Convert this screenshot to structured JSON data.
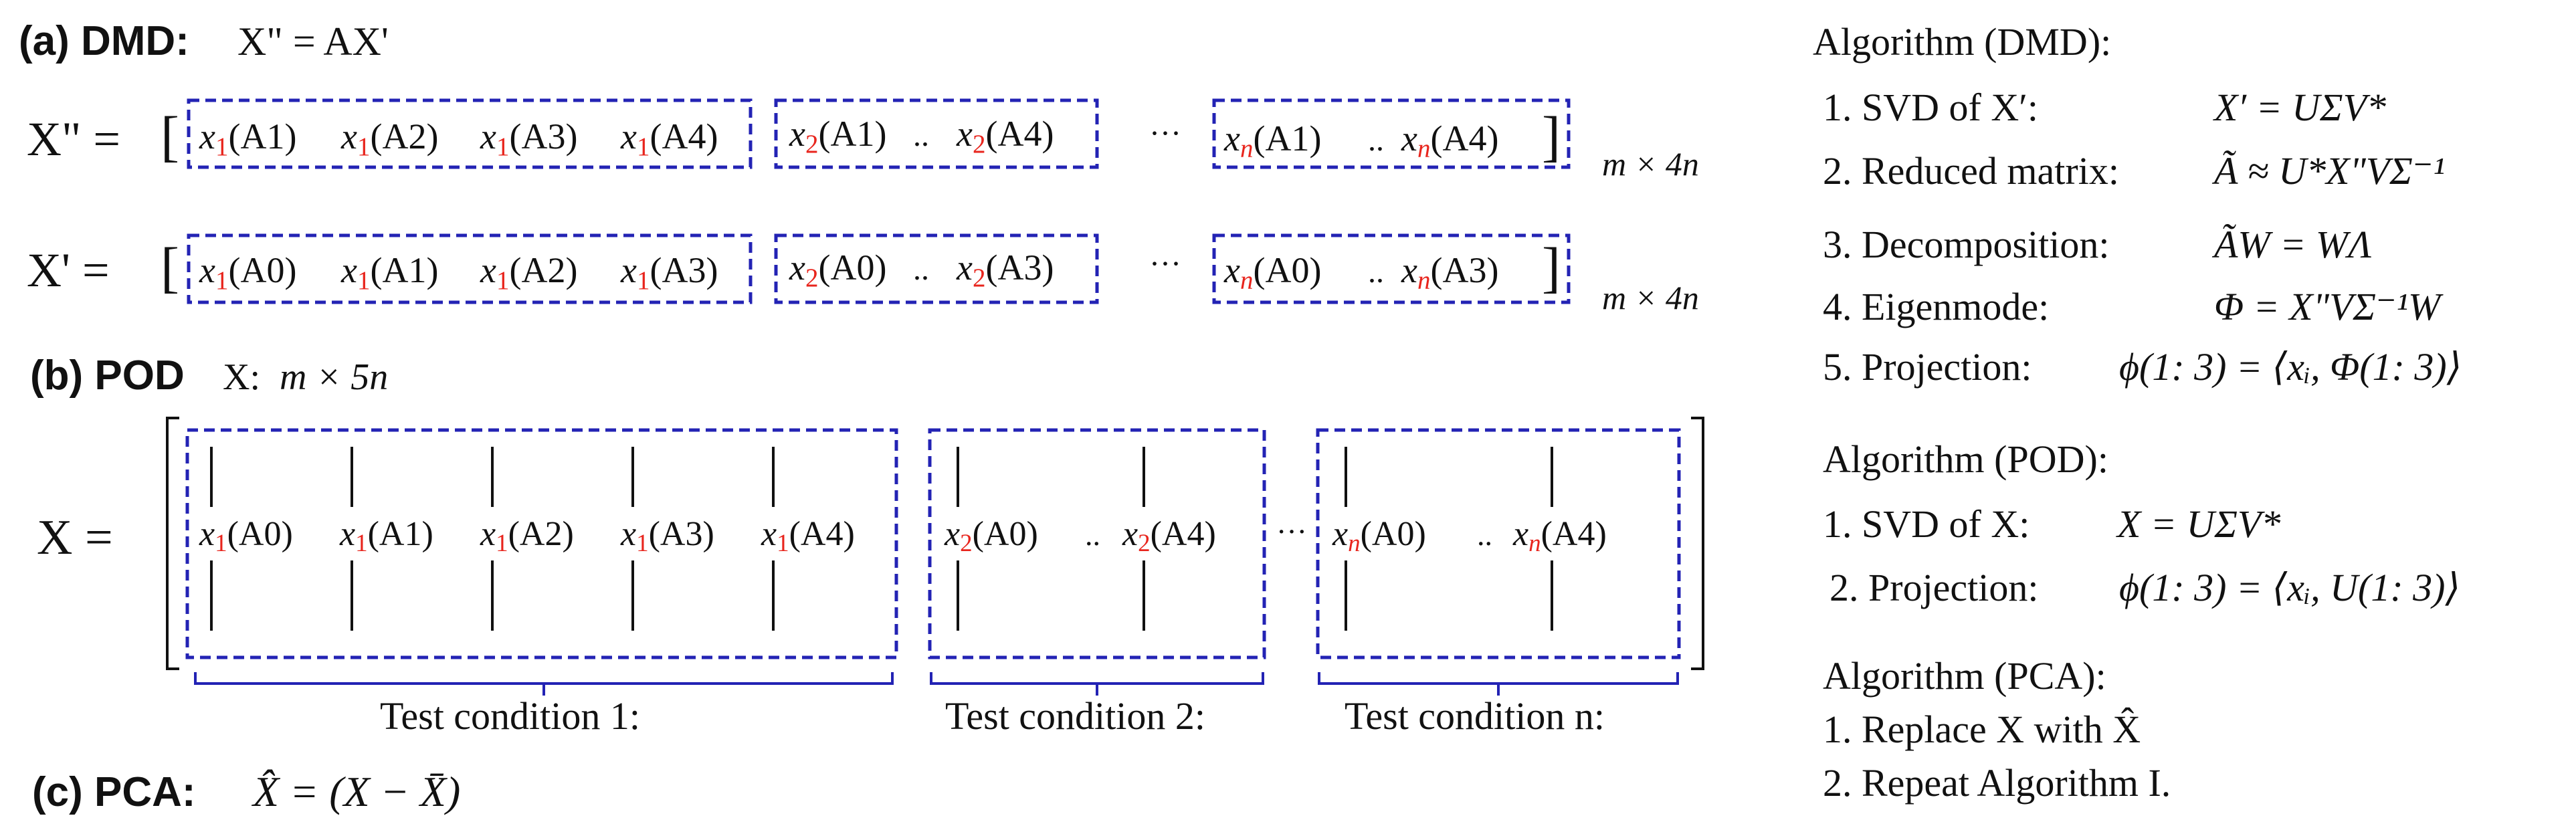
{
  "section_a": {
    "label": "(a) DMD:",
    "equation": "X\" = AX'",
    "row1_lhs": "X\" =",
    "row2_lhs": "X' =",
    "dim": "m × 4n",
    "dots": "···",
    "dotdot": "..",
    "row1_first": [
      {
        "x": "x",
        "sub": "1",
        "arg": "(A1)"
      },
      {
        "x": "x",
        "sub": "1",
        "arg": "(A2)"
      },
      {
        "x": "x",
        "sub": "1",
        "arg": "(A3)"
      },
      {
        "x": "x",
        "sub": "1",
        "arg": "(A4)"
      }
    ],
    "row1_second": [
      {
        "x": "x",
        "sub": "2",
        "arg": "(A1)"
      },
      {
        "x": "x",
        "sub": "2",
        "arg": "(A4)"
      }
    ],
    "row1_last": [
      {
        "x": "x",
        "sub": "n",
        "arg": "(A1)"
      },
      {
        "x": "x",
        "sub": "n",
        "arg": "(A4)"
      }
    ],
    "row2_first": [
      {
        "x": "x",
        "sub": "1",
        "arg": "(A0)"
      },
      {
        "x": "x",
        "sub": "1",
        "arg": "(A1)"
      },
      {
        "x": "x",
        "sub": "1",
        "arg": "(A2)"
      },
      {
        "x": "x",
        "sub": "1",
        "arg": "(A3)"
      }
    ],
    "row2_second": [
      {
        "x": "x",
        "sub": "2",
        "arg": "(A0)"
      },
      {
        "x": "x",
        "sub": "2",
        "arg": "(A3)"
      }
    ],
    "row2_last": [
      {
        "x": "x",
        "sub": "n",
        "arg": "(A0)"
      },
      {
        "x": "x",
        "sub": "n",
        "arg": "(A3)"
      }
    ]
  },
  "section_b": {
    "label": "(b) POD",
    "dim_prefix": "X:",
    "dim": "m × 5n",
    "lhs": "X =",
    "dots": "···",
    "dotdot": "..",
    "group1": [
      {
        "x": "x",
        "sub": "1",
        "arg": "(A0)"
      },
      {
        "x": "x",
        "sub": "1",
        "arg": "(A1)"
      },
      {
        "x": "x",
        "sub": "1",
        "arg": "(A2)"
      },
      {
        "x": "x",
        "sub": "1",
        "arg": "(A3)"
      },
      {
        "x": "x",
        "sub": "1",
        "arg": "(A4)"
      }
    ],
    "group2": [
      {
        "x": "x",
        "sub": "2",
        "arg": "(A0)"
      },
      {
        "x": "x",
        "sub": "2",
        "arg": "(A4)"
      }
    ],
    "group3": [
      {
        "x": "x",
        "sub": "n",
        "arg": "(A0)"
      },
      {
        "x": "x",
        "sub": "n",
        "arg": "(A4)"
      }
    ],
    "conditions": [
      "Test condition 1:",
      "Test condition 2:",
      "Test condition n:"
    ]
  },
  "section_c": {
    "label": "(c) PCA:",
    "equation": "X̂ = (X − X̄)"
  },
  "algorithms": {
    "dmd": {
      "title": "Algorithm (DMD):",
      "steps": [
        {
          "label": "1. SVD of X′:",
          "formula": "X′ = UΣV*"
        },
        {
          "label": "2. Reduced matrix:",
          "formula": "Ã ≈ U*X\"VΣ⁻¹"
        },
        {
          "label": "3. Decomposition:",
          "formula": "ÃW = WΛ"
        },
        {
          "label": "4. Eigenmode:",
          "formula": "Φ = X\"VΣ⁻¹W"
        },
        {
          "label": "5. Projection:",
          "formula": "ϕ(1: 3) = ⟨xᵢ, Φ(1: 3)⟩"
        }
      ]
    },
    "pod": {
      "title": "Algorithm (POD):",
      "steps": [
        {
          "label": "1. SVD of X:",
          "formula": "X = UΣV*"
        },
        {
          "label": "2. Projection:",
          "formula": "ϕ(1: 3) = ⟨xᵢ, U(1: 3)⟩"
        }
      ]
    },
    "pca": {
      "title": "Algorithm (PCA):",
      "steps": [
        {
          "label": "1. Replace X with X̂"
        },
        {
          "label": "2. Repeat Algorithm I."
        }
      ]
    }
  },
  "colors": {
    "dashed_box": "#2323b4",
    "subscript_red": "#e8251d",
    "text": "#111111"
  }
}
